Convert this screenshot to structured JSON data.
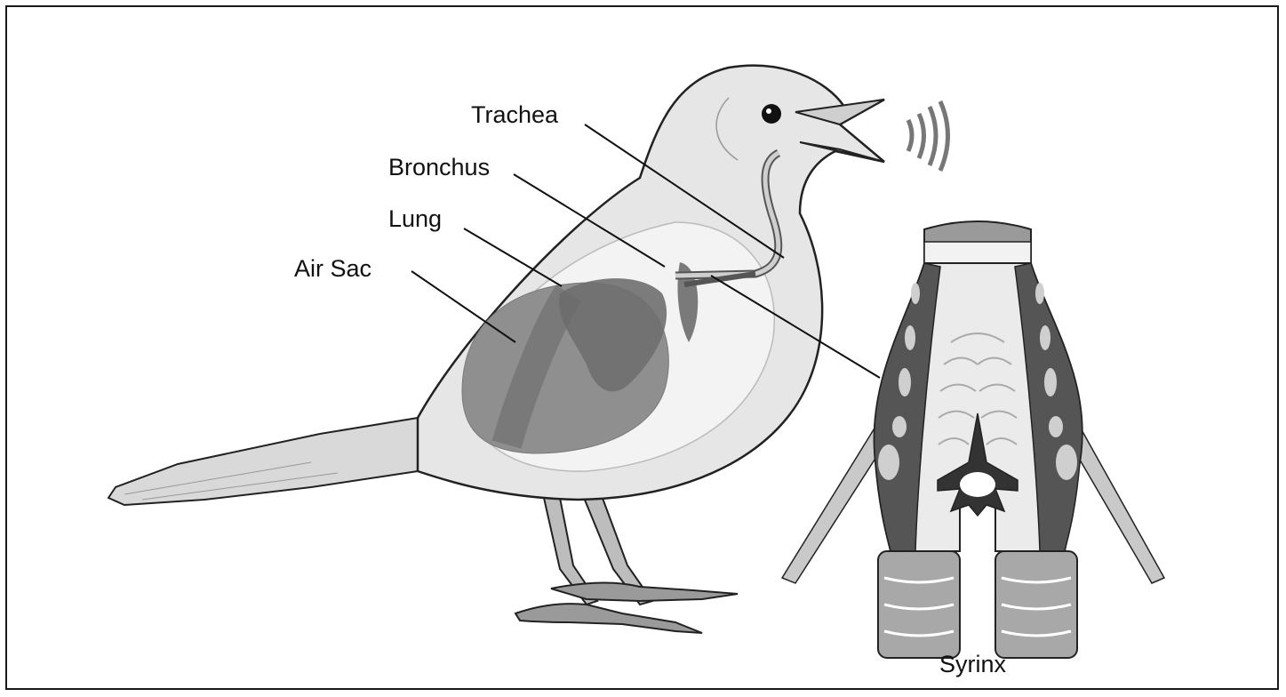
{
  "labels": {
    "trachea": "Trachea",
    "bronchus": "Bronchus",
    "lung": "Lung",
    "air_sac": "Air Sac",
    "syrinx": "Syrinx"
  }
}
